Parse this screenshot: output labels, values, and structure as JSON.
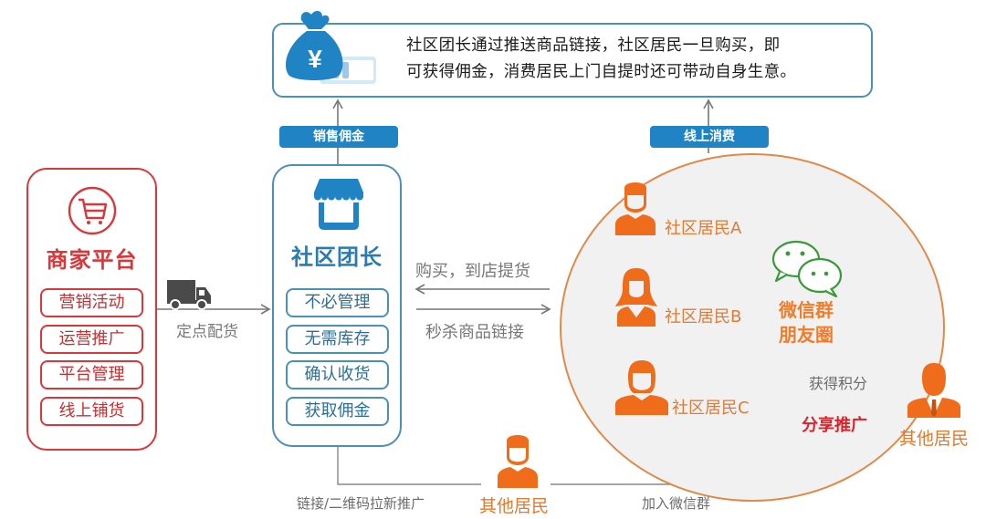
{
  "banner": {
    "icon": "money-bag-icon",
    "text_line1": "社区团长通过推送商品链接，社区居民一旦购买，即",
    "text_line2": "可获得佣金，消费居民上门自提时还可带动自身生意。"
  },
  "tags": {
    "sales_commission": "销售佣金",
    "online_consumption": "线上消费"
  },
  "merchant": {
    "icon": "shopping-cart-icon",
    "title": "商家平台",
    "items": [
      "营销活动",
      "运营推广",
      "平台管理",
      "线上铺货"
    ]
  },
  "delivery": {
    "icon": "truck-icon",
    "label": "定点配货"
  },
  "leader": {
    "icon": "storefront-icon",
    "title": "社区团长",
    "items": [
      "不必管理",
      "无需库存",
      "确认收货",
      "获取佣金"
    ]
  },
  "flows": {
    "buy_pickup": "购买，到店提货",
    "flash_sale_link": "秒杀商品链接",
    "earn_points": "获得积分",
    "share_promote": "分享推广",
    "link_qr_promo": "链接/二维码拉新推广",
    "join_wechat": "加入微信群"
  },
  "community": {
    "residents": [
      {
        "label": "社区居民A",
        "icon": "male-user-icon"
      },
      {
        "label": "社区居民B",
        "icon": "female-user-icon"
      },
      {
        "label": "社区居民C",
        "icon": "user-icon"
      }
    ],
    "wechat": {
      "icon": "wechat-icon",
      "line1": "微信群",
      "line2": "朋友圈"
    }
  },
  "others": {
    "right_label": "其他居民",
    "bottom_label": "其他居民"
  },
  "colors": {
    "blue": "#1f83c4",
    "red": "#d9373a",
    "orange": "#ef6c1a",
    "green": "#3a9a3a"
  }
}
